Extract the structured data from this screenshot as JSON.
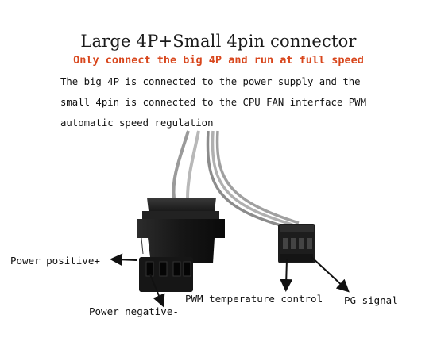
{
  "title": "Large 4P+Small 4pin connector",
  "subtitle": "Only connect the big 4P and run at full speed",
  "description": [
    "The big 4P is connected to the power supply and the",
    "small 4pin is connected to the CPU FAN interface PWM",
    "automatic speed regulation"
  ],
  "labels": {
    "power_positive": "Power positive+",
    "power_negative": "Power negative-",
    "pwm": "PWM temperature control",
    "pg": "PG signal"
  },
  "colors": {
    "accent": "#d8461c",
    "connector": "#1b1b1b",
    "cable": "#a9a9a9"
  }
}
